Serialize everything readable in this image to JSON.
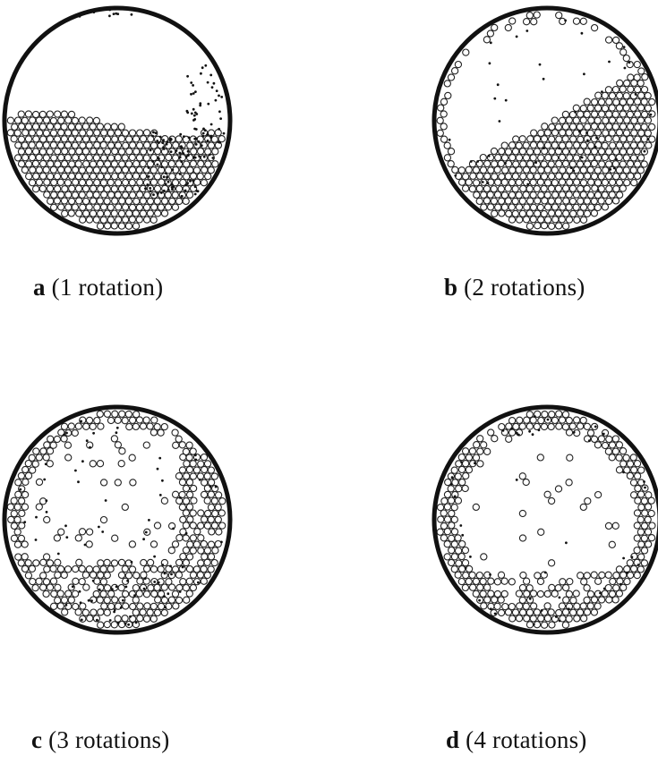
{
  "panels": [
    {
      "id": "a",
      "letter": "a",
      "caption": " (1 rotation)"
    },
    {
      "id": "b",
      "letter": "b",
      "caption": " (2 rotations)"
    },
    {
      "id": "c",
      "letter": "c",
      "caption": " (3 rotations)"
    },
    {
      "id": "d",
      "letter": "d",
      "caption": " (4 rotations)"
    }
  ],
  "colors": {
    "outline": "#111111",
    "particle_fill": "#ffffff",
    "particle_stroke": "#222222",
    "dot": "#111111"
  }
}
